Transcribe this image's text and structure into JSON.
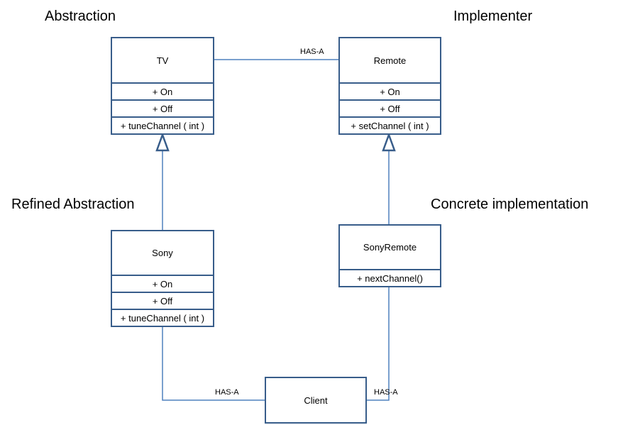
{
  "roles": {
    "abstraction": "Abstraction",
    "implementer": "Implementer",
    "refined_abstraction": "Refined Abstraction",
    "concrete_implementation": "Concrete implementation"
  },
  "classes": {
    "tv": {
      "name": "TV",
      "members": [
        "+ On",
        "+ Off",
        "+ tuneChannel ( int )"
      ]
    },
    "remote": {
      "name": "Remote",
      "members": [
        "+ On",
        "+ Off",
        "+ setChannel ( int )"
      ]
    },
    "sony": {
      "name": "Sony",
      "members": [
        "+ On",
        "+ Off",
        "+ tuneChannel ( int )"
      ]
    },
    "sony_remote": {
      "name": "SonyRemote",
      "members": [
        "+ nextChannel()"
      ]
    },
    "client": {
      "name": "Client"
    }
  },
  "relations": {
    "tv_remote": "HAS-A",
    "client_sony": "HAS-A",
    "client_sony_remote": "HAS-A"
  },
  "colors": {
    "box_border": "#385d8a",
    "connector": "#4f81bd"
  }
}
